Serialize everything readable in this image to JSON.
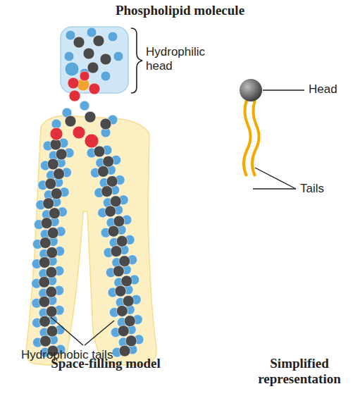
{
  "diagram": {
    "title": "Phospholipid molecule",
    "labels": [
      "Hydrophilic head",
      "Hydrophobic tails",
      "Space-filling model",
      "Simplified representation",
      "Head",
      "Tails"
    ]
  }
}
